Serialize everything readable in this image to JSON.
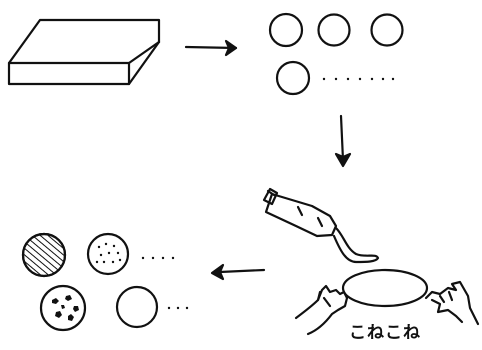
{
  "caption": "こねこね",
  "colors": {
    "ink": "#111111",
    "background": "#ffffff"
  },
  "steps": [
    {
      "id": "block",
      "icon": "clay-block-icon"
    },
    {
      "id": "balls",
      "icon": "dough-balls-icon"
    },
    {
      "id": "kneading",
      "icon": "tube-and-hands-kneading-icon"
    },
    {
      "id": "finished",
      "icon": "decorated-discs-icon"
    }
  ]
}
